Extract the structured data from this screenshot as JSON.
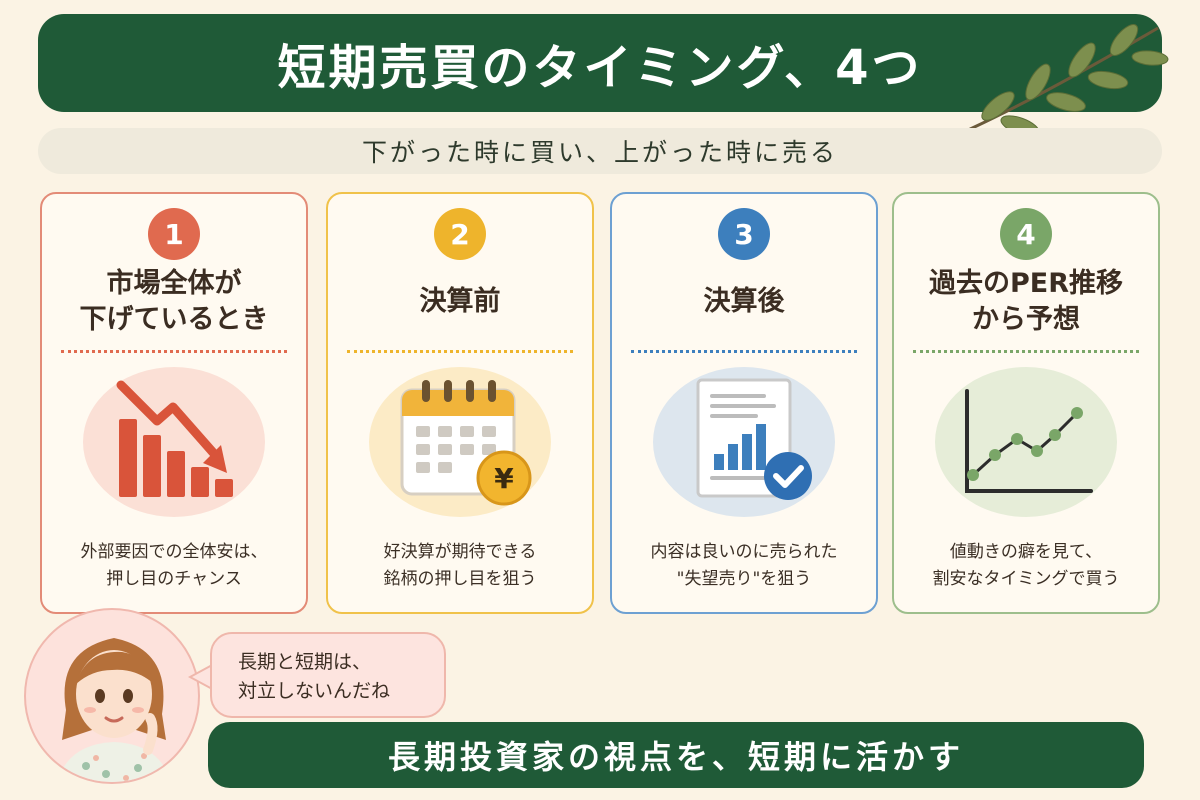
{
  "title": "短期売買のタイミング、4つ",
  "subtitle": "下がった時に買い、上がった時に売る",
  "colors": {
    "dark_green": "#1f5a37",
    "card1": "#e06a4f",
    "card2": "#eeb42c",
    "card3": "#3d7fbd",
    "card4": "#7aa668"
  },
  "cards": [
    {
      "number": "1",
      "heading": [
        "市場全体が",
        "下げているとき"
      ],
      "icon": "falling-bar-chart-icon",
      "description": [
        "外部要因での全体安は、",
        "押し目のチャンス"
      ]
    },
    {
      "number": "2",
      "heading": [
        "決算前"
      ],
      "icon": "calendar-yen-icon",
      "description": [
        "好決算が期待できる",
        "銘柄の押し目を狙う"
      ]
    },
    {
      "number": "3",
      "heading": [
        "決算後"
      ],
      "icon": "report-checkmark-icon",
      "description": [
        "内容は良いのに売られた",
        "\"失望売り\"を狙う"
      ]
    },
    {
      "number": "4",
      "heading": [
        "過去のPER推移",
        "から予想"
      ],
      "icon": "line-chart-icon",
      "description": [
        "値動きの癖を見て、",
        "割安なタイミングで買う"
      ]
    }
  ],
  "speech_bubble": [
    "長期と短期は、",
    "対立しないんだね"
  ],
  "footer": "長期投資家の視点を、短期に活かす",
  "yen_symbol": "¥"
}
